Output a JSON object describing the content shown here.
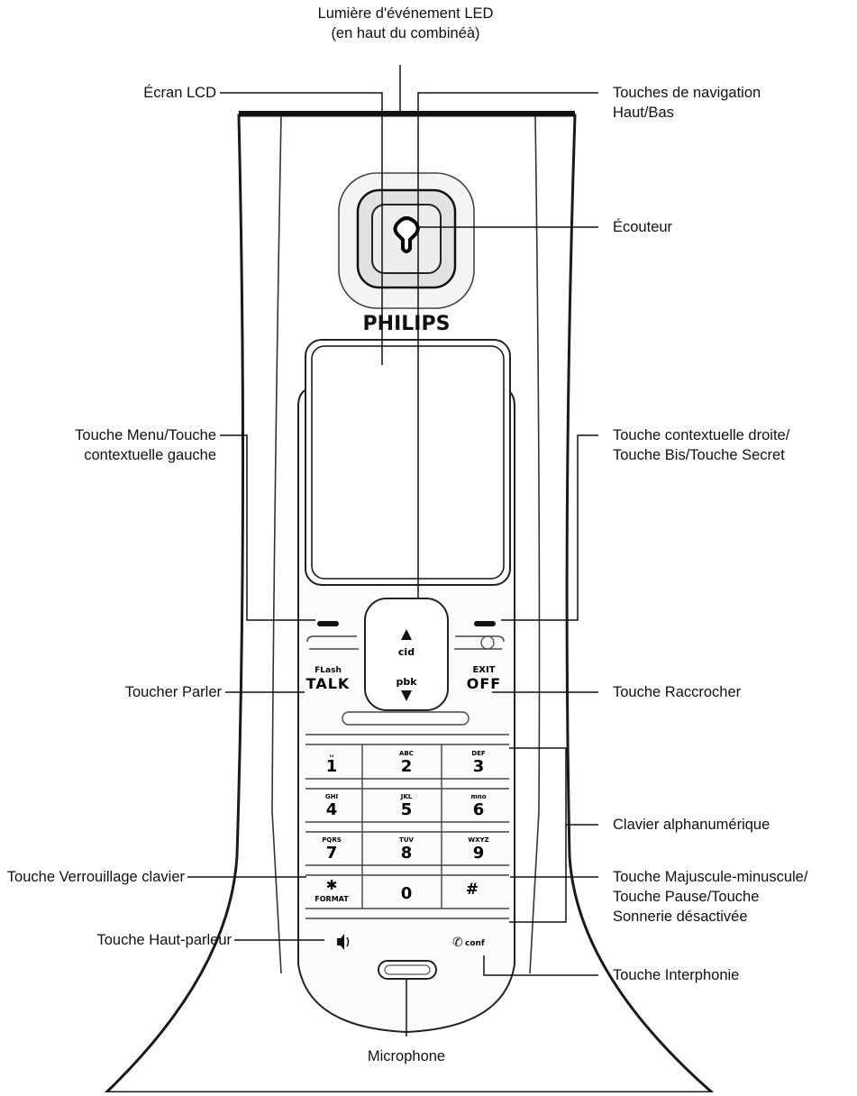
{
  "labels": {
    "led": [
      "Lumière d'événement LED",
      "(en haut du combinéà)"
    ],
    "lcd": "Écran LCD",
    "nav": [
      "Touches de navigation",
      "Haut/Bas"
    ],
    "earpiece": "Écouteur",
    "menu": [
      "Touche Menu/Touche",
      "contextuelle gauche"
    ],
    "right_soft": [
      "Touche contextuelle droite/",
      "Touche Bis/Touche Secret"
    ],
    "talk": "Toucher Parler",
    "off": "Touche Raccrocher",
    "keypad": "Clavier alphanumérique",
    "lock": "Touche Verrouillage clavier",
    "case": [
      "Touche Majuscule-minuscule/",
      "Touche Pause/Touche",
      "Sonnerie désactivée"
    ],
    "speaker": "Touche Haut-parleur",
    "intercom": "Touche Interphonie",
    "microphone": "Microphone"
  },
  "phone": {
    "brand": "PHILIPS",
    "nav_up_label": "cid",
    "nav_down_label": "pbk",
    "talk_top": "FLash",
    "talk_main": "TALK",
    "off_top": "EXIT",
    "off_main": "OFF",
    "keys": [
      {
        "digit": "1",
        "letters": "␣"
      },
      {
        "digit": "2",
        "letters": "ABC"
      },
      {
        "digit": "3",
        "letters": "DEF"
      },
      {
        "digit": "4",
        "letters": "GHI"
      },
      {
        "digit": "5",
        "letters": "JKL"
      },
      {
        "digit": "6",
        "letters": "mno"
      },
      {
        "digit": "7",
        "letters": "PQRS"
      },
      {
        "digit": "8",
        "letters": "TUV"
      },
      {
        "digit": "9",
        "letters": "WXYZ"
      }
    ],
    "star_sub": "FORMAT",
    "zero": "0",
    "hash": "#",
    "conf": "conf",
    "star": "✱"
  }
}
